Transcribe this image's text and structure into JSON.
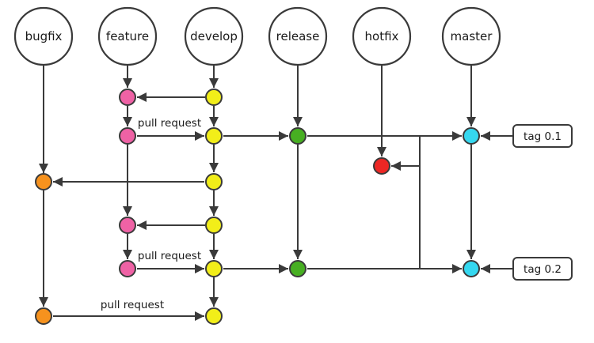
{
  "diagram": {
    "branches": [
      {
        "id": "bugfix",
        "label": "bugfix"
      },
      {
        "id": "feature",
        "label": "feature"
      },
      {
        "id": "develop",
        "label": "develop"
      },
      {
        "id": "release",
        "label": "release"
      },
      {
        "id": "hotfix",
        "label": "hotfix"
      },
      {
        "id": "master",
        "label": "master"
      }
    ],
    "pull_request_labels": [
      "pull request",
      "pull request",
      "pull request"
    ],
    "tags": [
      {
        "label": "tag 0.1"
      },
      {
        "label": "tag 0.2"
      }
    ],
    "colors": {
      "bugfix_commit": "#f6921e",
      "feature_commit": "#ef62a5",
      "develop_commit": "#f2ee19",
      "release_commit": "#47af22",
      "hotfix_commit": "#ed2724",
      "master_commit": "#35d8f0",
      "line": "#3a3a3a",
      "node_fill": "#ffffff"
    }
  }
}
